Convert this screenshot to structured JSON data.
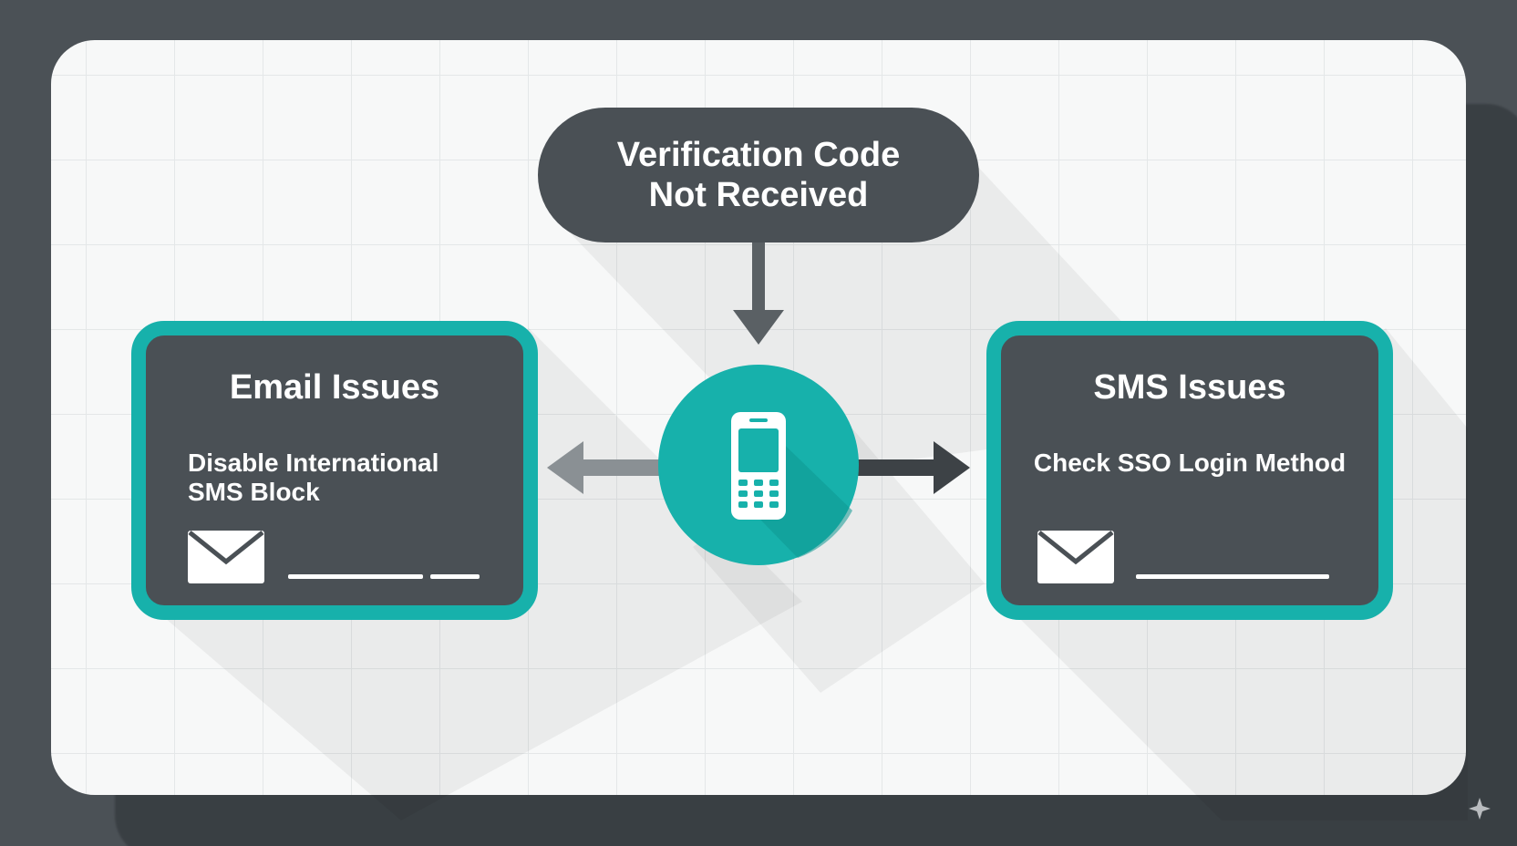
{
  "diagram": {
    "top_node": {
      "line1": "Verification Code",
      "line2": "Not Received"
    },
    "left_box": {
      "title": "Email Issues",
      "text": "Disable International SMS Block",
      "icon": "envelope-icon"
    },
    "right_box": {
      "title": "SMS Issues",
      "text": "Check SSO Login Method",
      "icon": "envelope-icon"
    },
    "center_icon": "mobile-phone-icon"
  },
  "colors": {
    "frame": "#4b5156",
    "card": "#f7f8f8",
    "node_fill": "#4a5055",
    "accent": "#17b1ab",
    "accent_dark": "#0f9892",
    "arrow_left": "#8a9094",
    "arrow_right": "#3d4246"
  }
}
